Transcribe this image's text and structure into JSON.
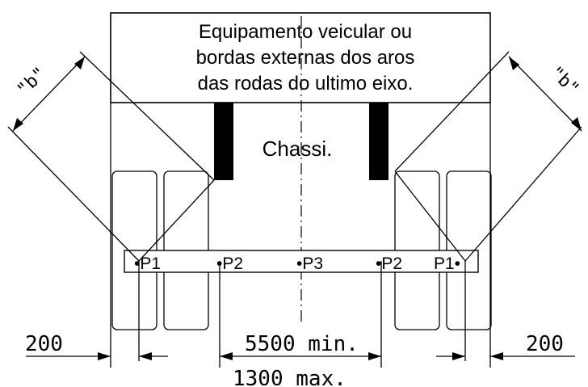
{
  "title_box": {
    "lines": [
      "Equipamento veicular ou",
      "bordas externas dos aros",
      "das rodas do ultimo eixo."
    ]
  },
  "chassis_label": "Chassi.",
  "points": {
    "p1_left": "•P1",
    "p2_left": "•P2",
    "p3": "•P3",
    "p2_right": "•P2",
    "p1_right": "P1•"
  },
  "dimensions": {
    "b_left": "\"b\"",
    "b_right": "\"b\"",
    "left_offset": "200",
    "right_offset": "200",
    "center_min": "5500 min.",
    "center_max": "1300 max."
  },
  "colors": {
    "line": "#000000",
    "background": "#ffffff"
  }
}
